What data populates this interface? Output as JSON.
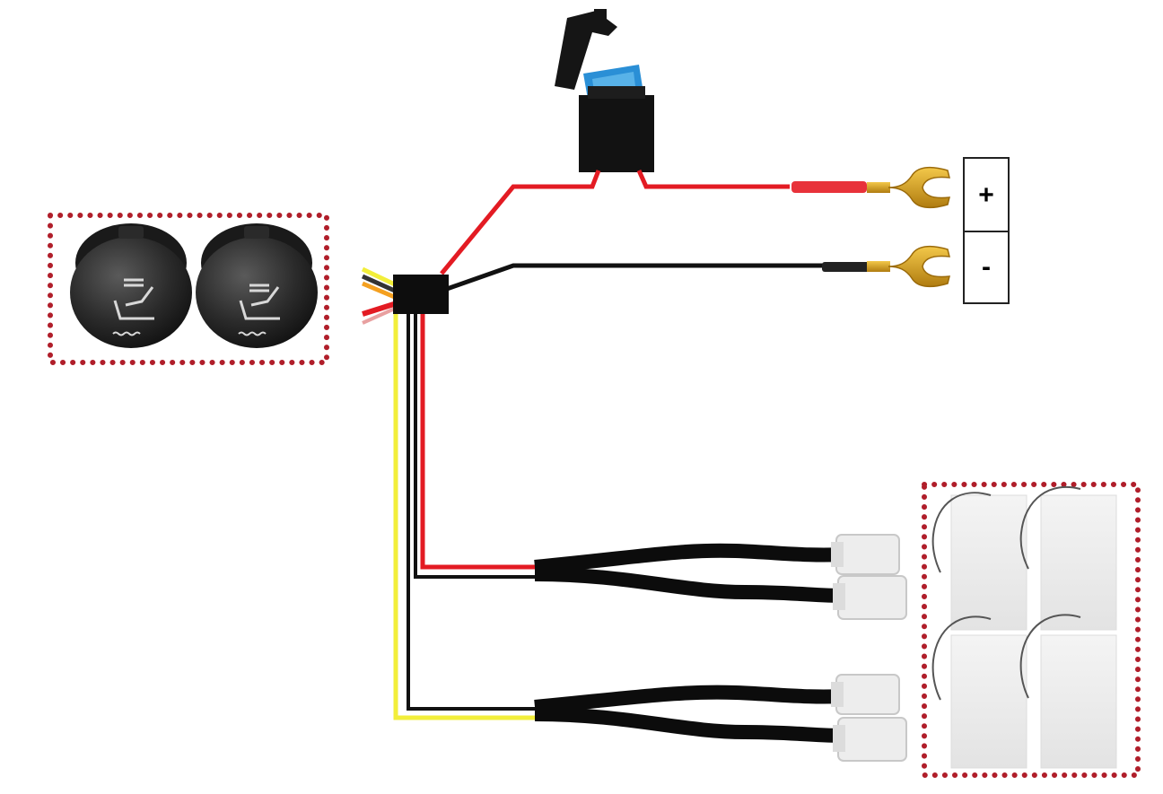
{
  "diagram": {
    "terminals": [
      {
        "id": "positive",
        "label": "+",
        "wire_color": "#e31b23"
      },
      {
        "id": "negative",
        "label": "-",
        "wire_color": "#111111"
      }
    ],
    "switches": [
      {
        "id": "switch-1",
        "icon": "heated-seat-icon"
      },
      {
        "id": "switch-2",
        "icon": "heated-seat-icon"
      }
    ],
    "heating_pads": [
      {
        "id": "pad-1"
      },
      {
        "id": "pad-2"
      },
      {
        "id": "pad-3"
      },
      {
        "id": "pad-4"
      }
    ],
    "colors": {
      "red_wire": "#e31b23",
      "black_wire": "#111111",
      "yellow_wire": "#f2ee3a",
      "fuse_blue": "#2a8fd6",
      "dotted_border": "#b01e2a",
      "terminal_gold": "#d4a01e"
    }
  }
}
